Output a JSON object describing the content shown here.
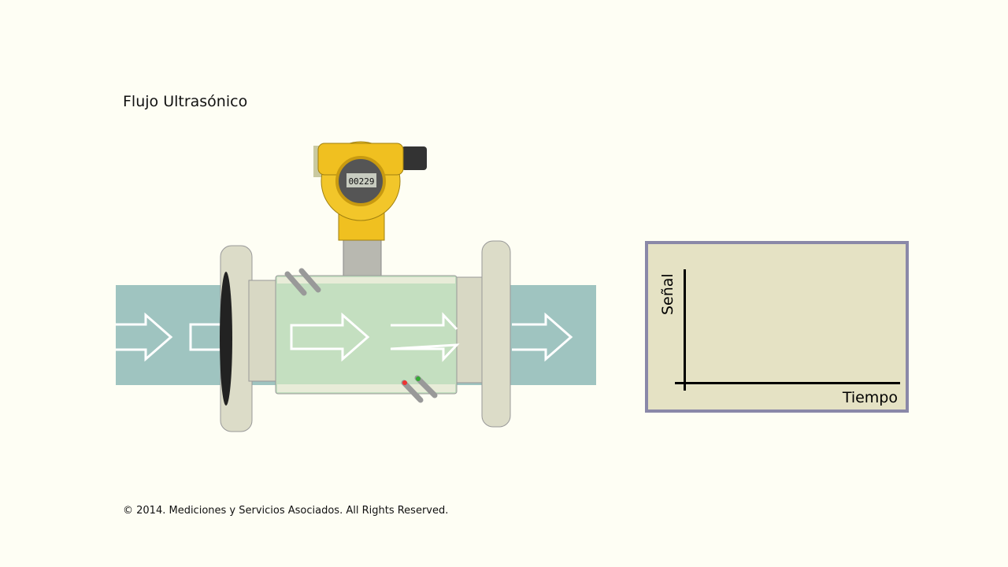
{
  "title": "Flujo Ultrasónico",
  "display_value": "00229",
  "chart": {
    "ylabel": "Señal",
    "xlabel": "Tiempo"
  },
  "footer": "© 2014. Mediciones y Servicios Asociados. All Rights Reserved."
}
